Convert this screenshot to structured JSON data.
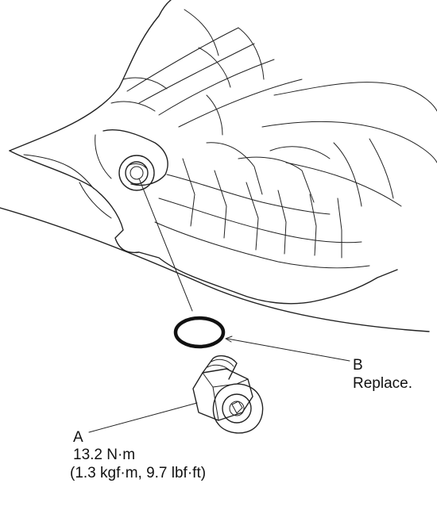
{
  "callout_a": {
    "letter": "A",
    "torque_nm": "13.2 N·m",
    "torque_alt": "(1.3 kgf·m, 9.7 lbf·ft)"
  },
  "callout_b": {
    "letter": "B",
    "note": "Replace."
  },
  "colors": {
    "line": "#222222",
    "background": "#ffffff"
  }
}
